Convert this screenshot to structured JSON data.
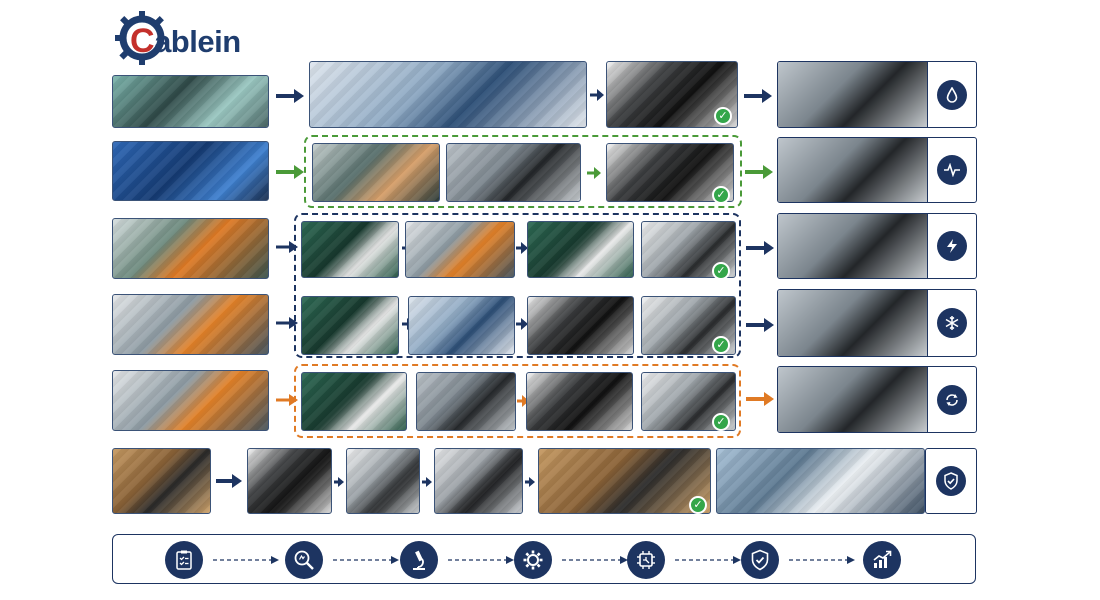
{
  "logo": {
    "initial": "C",
    "rest": "ablein"
  },
  "colors": {
    "navy": "#1d3461",
    "green": "#4a9a38",
    "orange": "#e07a24",
    "check": "#34a64a",
    "logo_red": "#c4302b"
  },
  "rows": [
    {
      "group_style": "none",
      "arrow_color": "navy",
      "result_icon": "water-drop-icon"
    },
    {
      "group_style": "green-dashed",
      "arrow_color": "green",
      "result_icon": "heartbeat-icon"
    },
    {
      "group_style": "navy-dashed",
      "arrow_color": "navy",
      "result_icon": "lightning-icon"
    },
    {
      "group_style": "navy-dashed",
      "arrow_color": "navy",
      "result_icon": "snowflake-icon"
    },
    {
      "group_style": "orange-dashed",
      "arrow_color": "orange",
      "result_icon": "cycle-icon"
    },
    {
      "group_style": "none",
      "arrow_color": "navy",
      "result_icon": "shield-check-icon"
    }
  ],
  "process_icons": [
    "clipboard-checklist-icon",
    "magnifier-icon",
    "microscope-icon",
    "gear-icon",
    "circuit-chip-icon",
    "shield-check-icon",
    "growth-chart-icon"
  ]
}
